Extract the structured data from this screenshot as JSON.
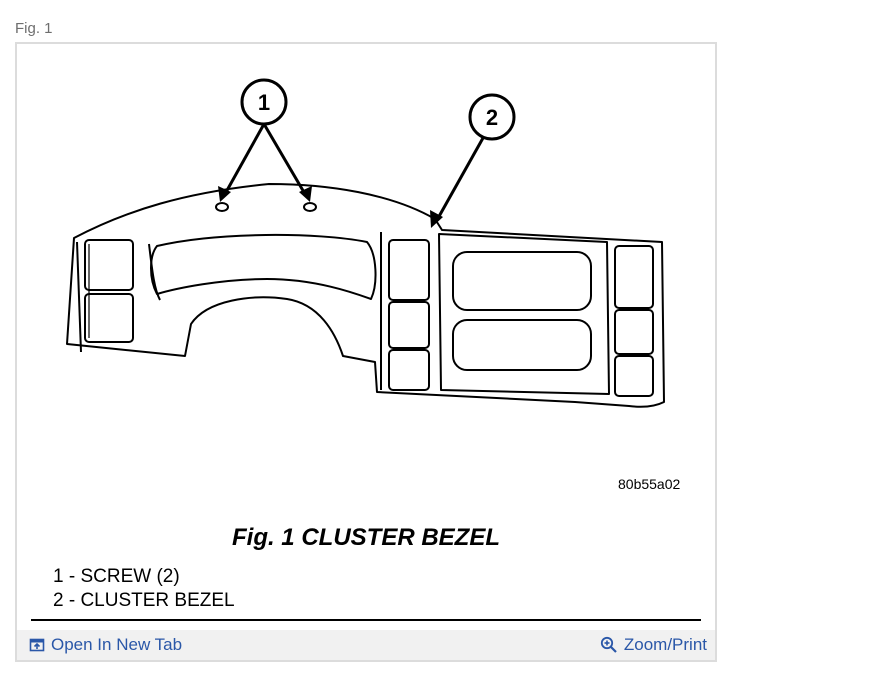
{
  "figure_label": "Fig. 1",
  "drawing": {
    "callouts": [
      "1",
      "2"
    ],
    "code": "80b55a02"
  },
  "caption": "Fig. 1 CLUSTER BEZEL",
  "legend": [
    "1 - SCREW (2)",
    "2 - CLUSTER BEZEL"
  ],
  "actions": {
    "open_new_tab": "Open In New Tab",
    "zoom_print": "Zoom/Print"
  },
  "icons": {
    "open_new_tab": "open-new-tab-icon",
    "zoom": "zoom-in-icon"
  },
  "colors": {
    "link": "#2a57a8",
    "bar": "#f1f1f1",
    "frame_border": "#dcdcdc",
    "figure_label": "#6e6e6e"
  }
}
